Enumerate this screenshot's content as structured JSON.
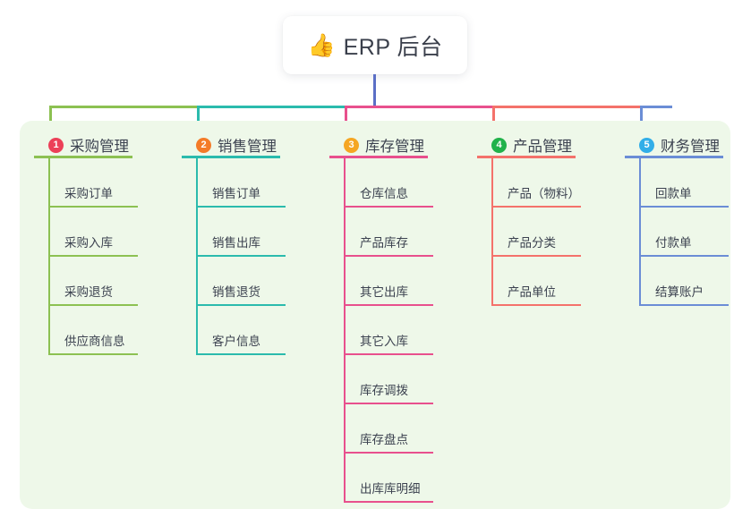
{
  "root": {
    "icon": "thumbs-up-emoji",
    "emoji": "👍",
    "title": "ERP 后台"
  },
  "panel": {
    "background": "#eef8e9"
  },
  "connector": {
    "trunk_color": "#5B6FC6"
  },
  "branches": [
    {
      "index": "1",
      "title": "采购管理",
      "color": "#8CC152",
      "badge_color": "#EC4058",
      "items": [
        "采购订单",
        "采购入库",
        "采购退货",
        "供应商信息"
      ]
    },
    {
      "index": "2",
      "title": "销售管理",
      "color": "#2BBBAD",
      "badge_color": "#F47B28",
      "items": [
        "销售订单",
        "销售出库",
        "销售退货",
        "客户信息"
      ]
    },
    {
      "index": "3",
      "title": "库存管理",
      "color": "#E8508D",
      "badge_color": "#F5A623",
      "items": [
        "仓库信息",
        "产品库存",
        "其它出库",
        "其它入库",
        "库存调拨",
        "库存盘点",
        "出库库明细"
      ]
    },
    {
      "index": "4",
      "title": "产品管理",
      "color": "#F4726B",
      "badge_color": "#21B24B",
      "items": [
        "产品（物料）",
        "产品分类",
        "产品单位"
      ]
    },
    {
      "index": "5",
      "title": "财务管理",
      "color": "#6B8DD6",
      "badge_color": "#32AEE8",
      "items": [
        "回款单",
        "付款单",
        "结算账户"
      ]
    }
  ]
}
